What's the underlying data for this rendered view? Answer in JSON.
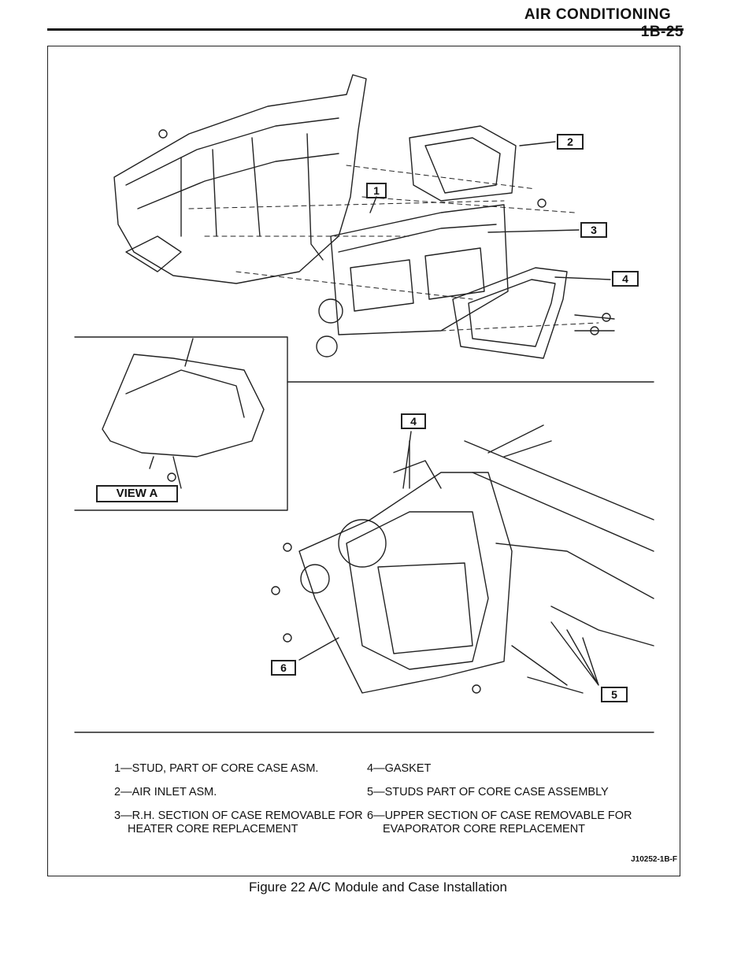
{
  "header": {
    "title": "AIR CONDITIONING",
    "page": "1B-25"
  },
  "callouts": [
    "1",
    "2",
    "3",
    "4",
    "4",
    "5",
    "6"
  ],
  "view_label": "VIEW A",
  "legend": {
    "item1": "1—STUD, PART OF CORE CASE ASM.",
    "item2": "2—AIR INLET ASM.",
    "item3_line1": "3—R.H. SECTION OF CASE REMOVABLE FOR",
    "item3_line2": "HEATER CORE REPLACEMENT",
    "item4": "4—GASKET",
    "item5": "5—STUDS PART OF CORE CASE ASSEMBLY",
    "item6_line1": "6—UPPER SECTION OF CASE REMOVABLE FOR",
    "item6_line2": "EVAPORATOR CORE REPLACEMENT"
  },
  "figure_id": "J10252-1B-F",
  "caption": "Figure 22 A/C Module and Case Installation"
}
